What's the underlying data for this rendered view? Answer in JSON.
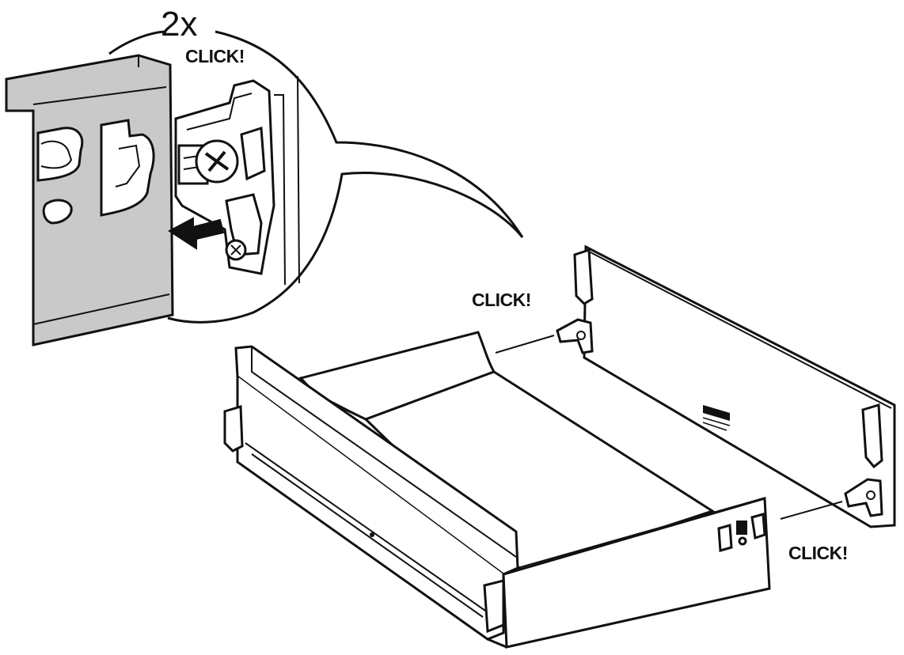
{
  "instruction": {
    "repeat_count": "2x",
    "click_top": "CLICK!",
    "click_mid": "CLICK!",
    "click_bottom": "CLICK!"
  },
  "colors": {
    "line": "#111111",
    "panel_gray": "#c9c9c9",
    "panel_gray_light": "#dcdcdc",
    "background": "#ffffff"
  },
  "icons": [
    "arrow-left-icon",
    "screw-icon",
    "ikea-label-icon"
  ]
}
